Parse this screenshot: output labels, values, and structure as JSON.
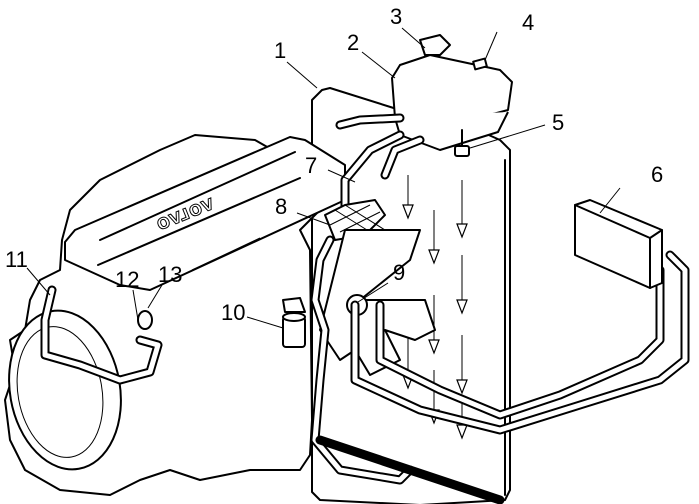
{
  "diagram": {
    "title": "Engine cooling system",
    "subject": "Volvo engine with radiator, expansion tank, fan and heater core",
    "engine_logo_text": "VOLVO",
    "callouts": [
      {
        "id": "1",
        "label": "1",
        "points_to": "radiator shroud"
      },
      {
        "id": "2",
        "label": "2",
        "points_to": "expansion tank"
      },
      {
        "id": "3",
        "label": "3",
        "points_to": "filler cap"
      },
      {
        "id": "4",
        "label": "4",
        "points_to": "tank vent nipple"
      },
      {
        "id": "5",
        "label": "5",
        "points_to": "tank mounting / level sensor"
      },
      {
        "id": "6",
        "label": "6",
        "points_to": "heater core"
      },
      {
        "id": "7",
        "label": "7",
        "points_to": "upper radiator hose"
      },
      {
        "id": "8",
        "label": "8",
        "points_to": "thermostat housing"
      },
      {
        "id": "9",
        "label": "9",
        "points_to": "cooling fan"
      },
      {
        "id": "10",
        "label": "10",
        "points_to": "coolant filter"
      },
      {
        "id": "11",
        "label": "11",
        "points_to": "bleed connection"
      },
      {
        "id": "12",
        "label": "12",
        "points_to": "coolant pipe connection"
      },
      {
        "id": "13",
        "label": "13",
        "points_to": "engine block plugs"
      }
    ]
  }
}
